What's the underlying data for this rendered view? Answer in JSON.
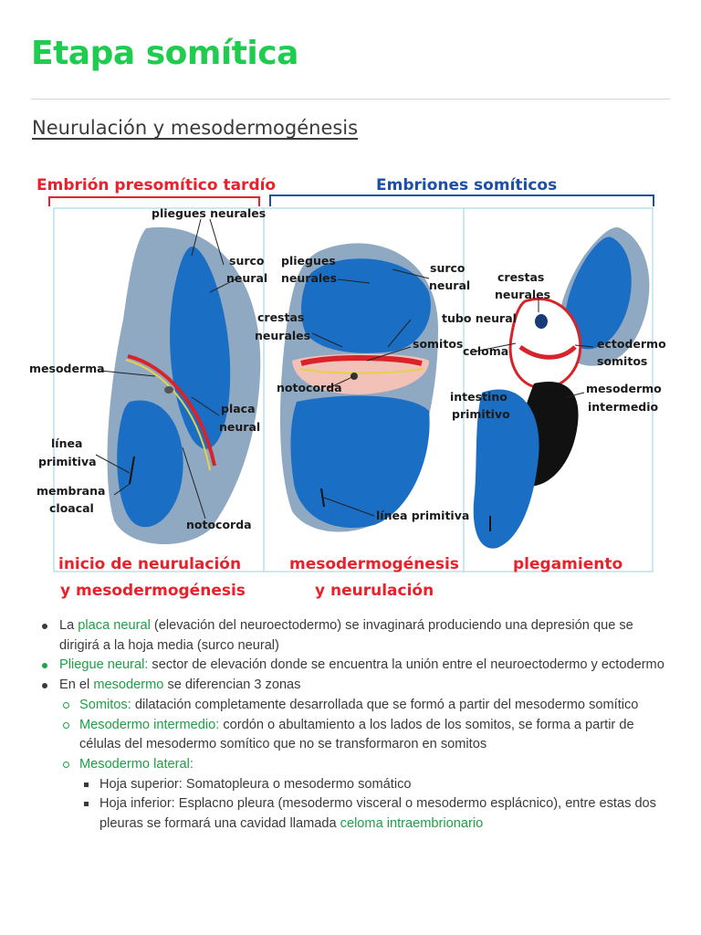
{
  "page": {
    "title": "Etapa somítica",
    "subtitle": "Neurulación y mesodermogénesis"
  },
  "figure": {
    "header_left": "Embrión presomítico tardío",
    "header_right": "Embriones somíticos",
    "labels": {
      "pliegues_neurales_1": "pliegues neurales",
      "surco_1": "surco",
      "neural_1": "neural",
      "mesoderma": "mesoderma",
      "placa": "placa",
      "neural_2": "neural",
      "linea": "línea",
      "primitiva": "primitiva",
      "membrana": "membrana",
      "cloacal": "cloacal",
      "notocorda_1": "notocorda",
      "pliegues_2": "pliegues",
      "neurales_2": "neurales",
      "surco_2": "surco",
      "neural_3": "neural",
      "crestas_1": "crestas",
      "neurales_3": "neurales",
      "tubo_neural": "tubo neural",
      "somitos_1": "somitos",
      "notocorda_2": "notocorda",
      "linea_primitiva": "línea primitiva",
      "crestas_2": "crestas",
      "neurales_4": "neurales",
      "celoma": "celoma",
      "ectodermo": "ectodermo",
      "somitos_2": "somitos",
      "mesodermo": "mesodermo",
      "intermedio": "intermedio",
      "intestino": "intestino",
      "primitivo": "primitivo"
    },
    "captions": {
      "c1_line1": "inicio de neurulación",
      "c1_line2": "y mesodermogénesis",
      "c2_line1": "mesodermogénesis",
      "c2_line2": "y neurulación",
      "c3": "plegamiento"
    },
    "colors": {
      "red": "#e8212b",
      "blue": "#1b4fa8",
      "embryo": "#1a6fc4",
      "shell": "#8fa9c2"
    }
  },
  "bullets": {
    "b1": {
      "pre": "La ",
      "term": "placa neural",
      "post": " (elevación del neuroectodermo) se invaginará produciendo una depresión que se dirigirá a la hoja media (surco neural)"
    },
    "b2": {
      "term": "Pliegue neural:",
      "post": " sector de elevación donde se encuentra la unión entre el neuroectodermo y ectodermo"
    },
    "b3": {
      "pre": "En el ",
      "term": "mesodermo",
      "post": " se diferencian 3 zonas",
      "sub": {
        "s1": {
          "term": "Somitos:",
          "post": " dilatación completamente desarrollada que se formó a partir del mesodermo somítico"
        },
        "s2": {
          "term": "Mesodermo intermedio:",
          "post": " cordón o abultamiento a los lados de los somitos, se forma a partir de células del mesodermo somítico que no se transformaron en somitos"
        },
        "s3": {
          "term": "Mesodermo lateral:",
          "items": {
            "h1": "Hoja superior: Somatopleura o mesodermo somático",
            "h2_pre": "Hoja inferior: Esplacno pleura (mesodermo visceral o mesodermo esplácnico), entre estas dos pleuras se formará una cavidad llamada ",
            "h2_term": "celoma intraembrionario"
          }
        }
      }
    }
  }
}
